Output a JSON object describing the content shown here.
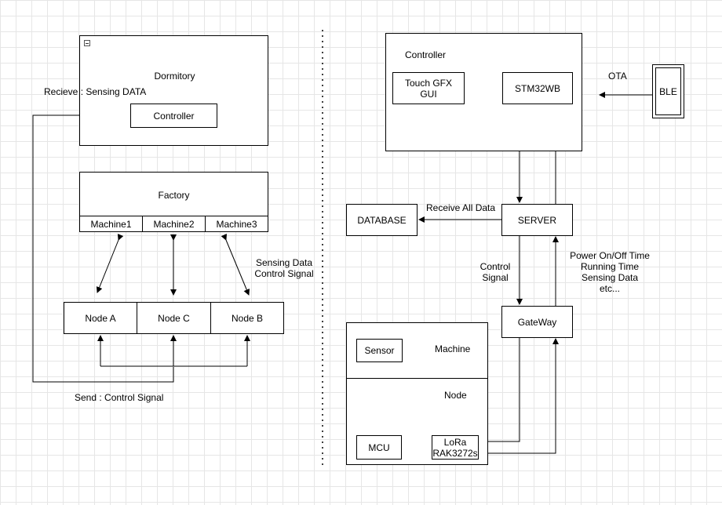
{
  "left": {
    "dormitory": {
      "title": "Dormitory",
      "controller": "Controller"
    },
    "receive_label": "Recieve : Sensing DATA",
    "factory": {
      "title": "Factory",
      "machines": [
        "Machine1",
        "Machine2",
        "Machine3"
      ]
    },
    "nodes": [
      "Node A",
      "Node C",
      "Node B"
    ],
    "sensing_label": [
      "Sensing Data",
      "Control Signal"
    ],
    "send_label": "Send : Control Signal"
  },
  "right": {
    "controller_group": {
      "title": "Controller",
      "gui": [
        "Touch GFX",
        "GUI"
      ],
      "mcu": "STM32WB"
    },
    "ota_label": "OTA",
    "ble": "BLE",
    "database": "DATABASE",
    "receive_all_label": "Receive All Data",
    "server": "SERVER",
    "control_signal_label": [
      "Control",
      "Signal"
    ],
    "status_label": [
      "Power On/Off Time",
      "Running Time",
      "Sensing Data",
      "etc..."
    ],
    "gateway": "GateWay",
    "machine_node": {
      "machine_title": "Machine",
      "node_title": "Node",
      "sensor": "Sensor",
      "mcu": "MCU",
      "lora": [
        "LoRa",
        "RAK3272s"
      ]
    }
  },
  "colors": {
    "line": "#000000",
    "grid": "#e6e6e6",
    "divider": "#000000"
  }
}
